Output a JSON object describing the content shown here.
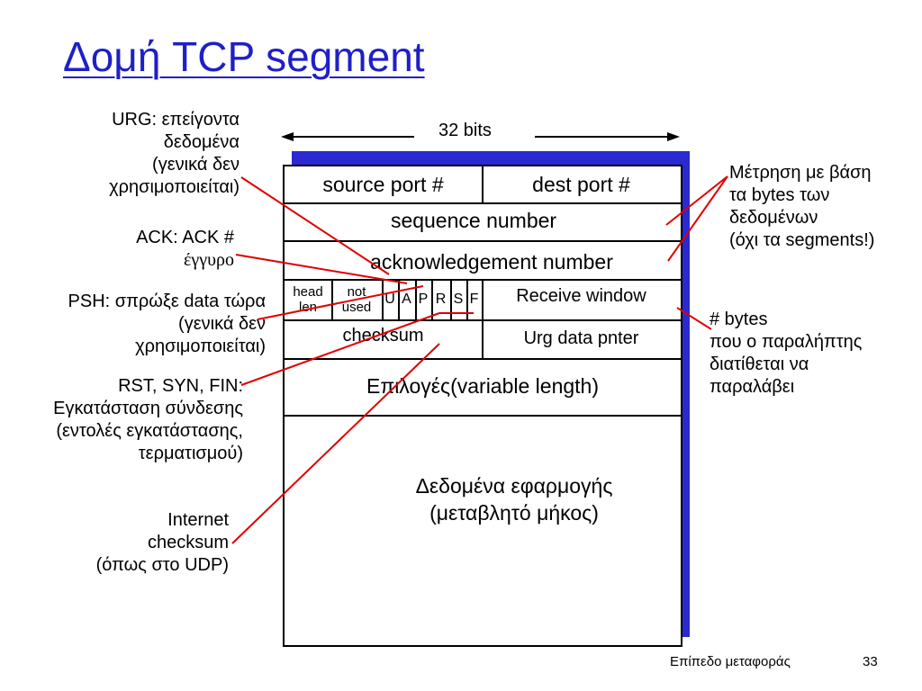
{
  "title": "Δομή TCP segment",
  "bits_label": "32 bits",
  "segment": {
    "source_port": "source port #",
    "dest_port": "dest port #",
    "sequence_number": "sequence number",
    "ack_number": "acknowledgement number",
    "head_len": [
      "head",
      "len"
    ],
    "not_used": [
      "not",
      "used"
    ],
    "flags": [
      "U",
      "A",
      "P",
      "R",
      "S",
      "F"
    ],
    "receive_window": "Receive window",
    "checksum": "checksum",
    "urg_pointer": "Urg data pnter",
    "options": "Επιλογές(variable length)",
    "app_data": [
      "Δεδομένα εφαρμογής",
      "(μεταβλητό μήκος)"
    ]
  },
  "left_notes": {
    "urg": [
      "URG: επείγοντα",
      "δεδομένα",
      "(γενικά δεν",
      "χρησιμοποιείται)"
    ],
    "ack": [
      "ACK: ACK #",
      "έγγυρο"
    ],
    "psh": [
      "PSH: σπρώξε data τώρα",
      "(γενικά δεν",
      "χρησιμοποιείται)"
    ],
    "rst": [
      "RST, SYN, FIN:",
      "Εγκατάσταση σύνδεσης",
      "(εντολές εγκατάστασης,",
      "τερματισμού)"
    ],
    "checksum": [
      "Internet",
      "checksum",
      "(όπως στο UDP)"
    ]
  },
  "right_notes": {
    "bytes_count": [
      "Μέτρηση με βάση",
      "τα  bytes των",
      "δεδομένων",
      "(όχι τα segments!)"
    ],
    "rwnd": [
      "# bytes",
      "που ο παραλήπτης",
      "διατίθεται να",
      "παραλάβει"
    ]
  },
  "footer": {
    "text": "Επίπεδο μεταφοράς",
    "page": "33"
  },
  "colors": {
    "title": "#1f1fc8",
    "shadow": "#2a2ad0",
    "callout": "#e00000"
  }
}
